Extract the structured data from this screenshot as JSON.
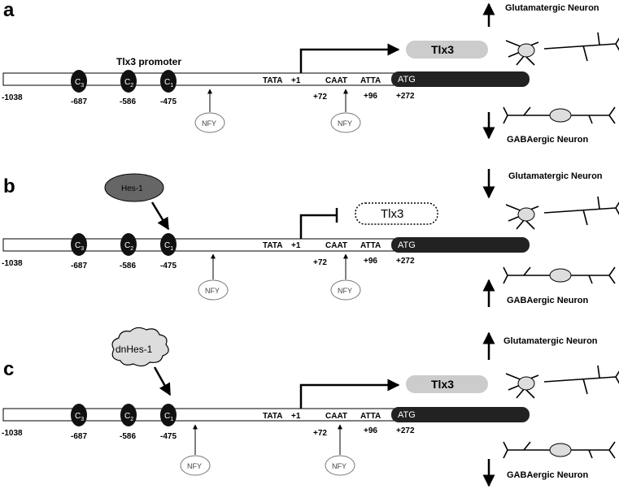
{
  "panels": [
    {
      "letter": "a",
      "promoter_label": "Tlx3 promoter",
      "repressor": "",
      "tlx3_label": "Tlx3",
      "tlx3_state": "active",
      "glut_label": "Glutamatergic Neuron",
      "glut_arrow": "up",
      "gaba_label": "GABAergic Neuron",
      "gaba_arrow": "down"
    },
    {
      "letter": "b",
      "promoter_label": "",
      "repressor": "Hes-1",
      "tlx3_label": "Tlx3",
      "tlx3_state": "repressed",
      "glut_label": "Glutamatergic Neuron",
      "glut_arrow": "down",
      "gaba_label": "GABAergic Neuron",
      "gaba_arrow": "up"
    },
    {
      "letter": "c",
      "promoter_label": "",
      "repressor": "dnHes-1",
      "tlx3_label": "Tlx3",
      "tlx3_state": "active",
      "glut_label": "Glutamatergic Neuron",
      "glut_arrow": "up",
      "gaba_label": "GABAergic Neuron",
      "gaba_arrow": "down"
    }
  ],
  "promoter": {
    "start_pos": "-1038",
    "sites": [
      {
        "label": "C",
        "sub": "3",
        "pos": "-687"
      },
      {
        "label": "C",
        "sub": "2",
        "pos": "-586"
      },
      {
        "label": "C",
        "sub": "1",
        "pos": "-475"
      }
    ],
    "nfy_label": "NFY",
    "tata_label": "TATA",
    "tss_label": "+1",
    "caat_label": "CAAT",
    "caat_pos": "+72",
    "atta_label": "ATTA",
    "atta_pos": "+96",
    "atg_label": "ATG",
    "atg_pos": "+272"
  },
  "colors": {
    "site_fill": "#111111",
    "coding_fill": "#222222",
    "tlx3_active_fill": "#cccccc",
    "hes1_fill": "#666666",
    "nfy_stroke": "#777777",
    "dnhes1_fill": "#dddddd"
  }
}
